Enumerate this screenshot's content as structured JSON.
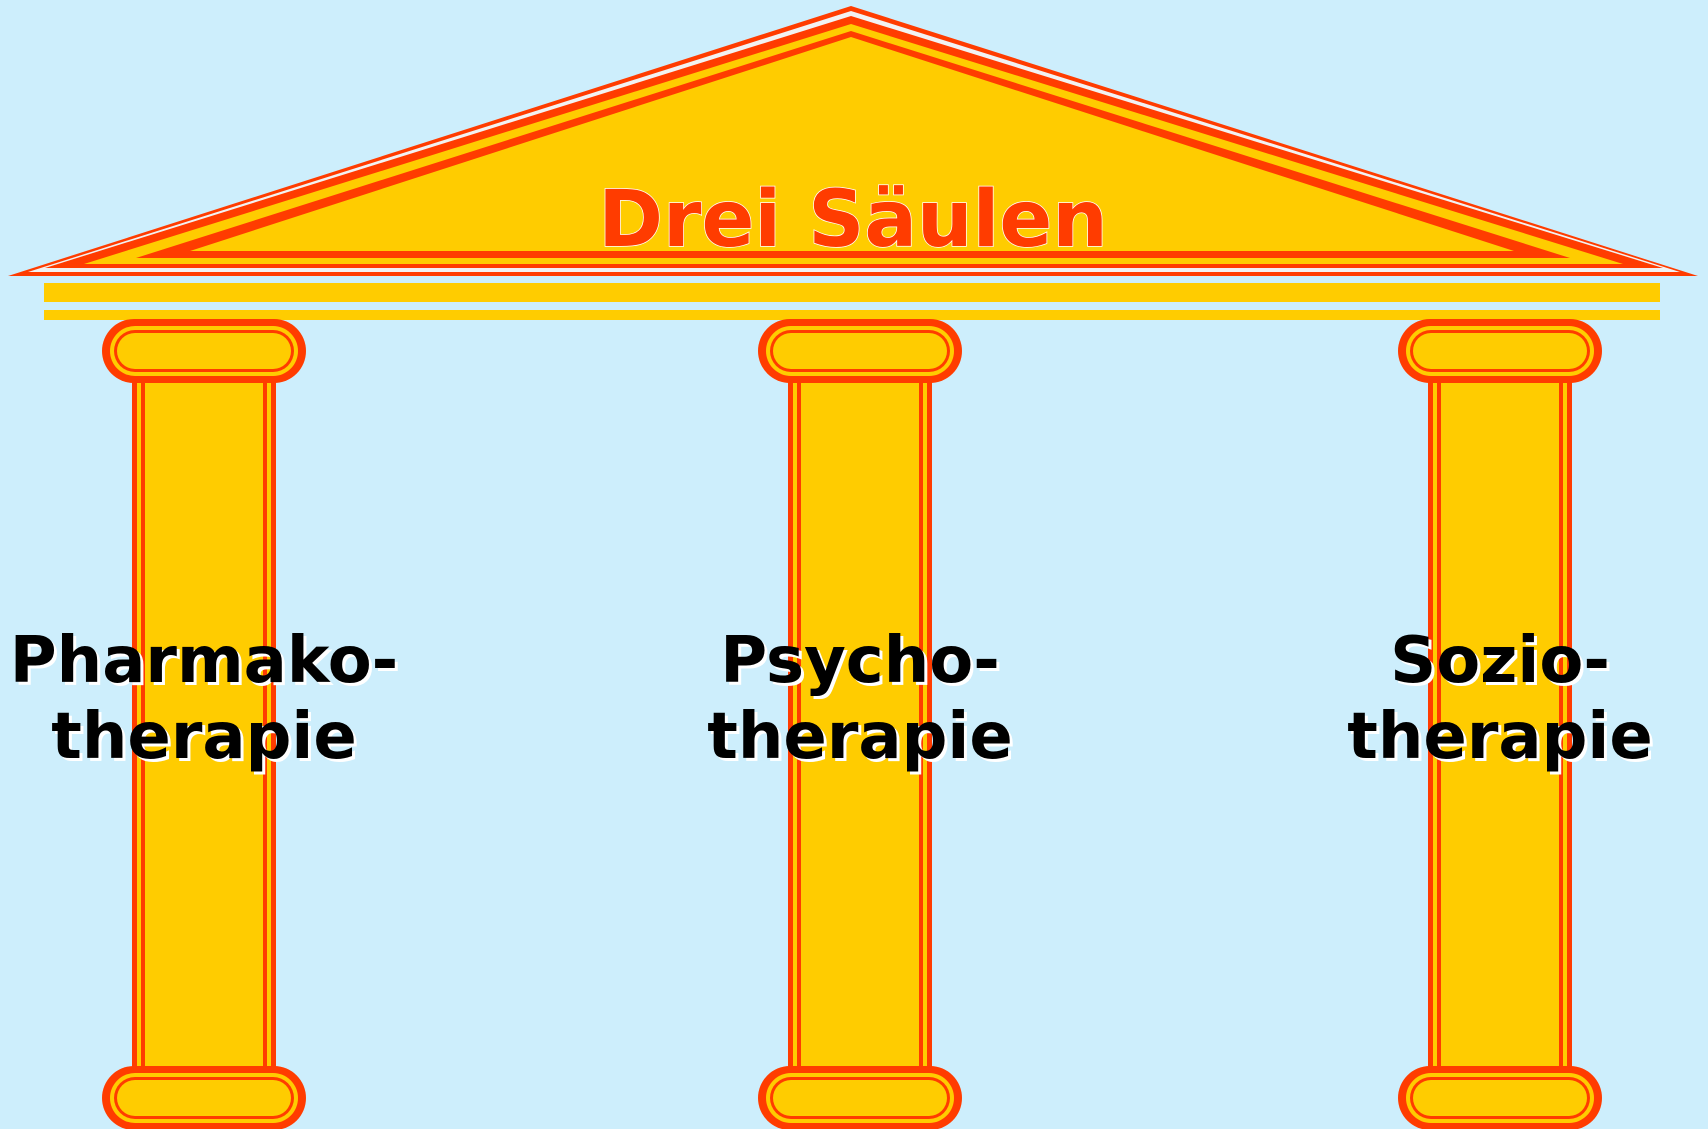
{
  "title": "Drei Säulen",
  "colors": {
    "background": "#cdeefc",
    "fill": "#ffcc00",
    "outline": "#ff3c00",
    "title": "#ff3c00",
    "label": "#000000"
  },
  "pillars": [
    {
      "line1": "Pharmako-",
      "line2": "therapie"
    },
    {
      "line1": "Psycho-",
      "line2": "therapie"
    },
    {
      "line1": "Sozio-",
      "line2": "therapie"
    }
  ]
}
